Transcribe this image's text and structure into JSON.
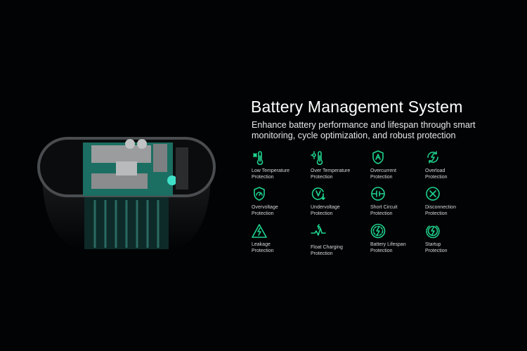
{
  "title": "Battery Management System",
  "subtitle_line1": "Enhance battery performance and lifespan through smart",
  "subtitle_line2": "monitoring, cycle optimization, and robust protection",
  "accent_color": "#1fd38e",
  "features": [
    {
      "icon": "thermometer-snow-icon",
      "line1": "Low Temperature",
      "line2": "Protection"
    },
    {
      "icon": "thermometer-sun-icon",
      "line1": "Over Temperature",
      "line2": "Protection"
    },
    {
      "icon": "shield-a-icon",
      "line1": "Overcurrent",
      "line2": "Protection"
    },
    {
      "icon": "bolt-cycle-icon",
      "line1": "Overload",
      "line2": "Protection"
    },
    {
      "icon": "shield-gauge-icon",
      "line1": "Overvoltage",
      "line2": "Protection"
    },
    {
      "icon": "voltage-down-icon",
      "line1": "Undervoltage",
      "line2": "Protection"
    },
    {
      "icon": "short-circuit-icon",
      "line1": "Short Circuit",
      "line2": "Protection"
    },
    {
      "icon": "disconnect-x-icon",
      "line1": "Disconnection",
      "line2": "Protection"
    },
    {
      "icon": "warning-bolt-icon",
      "line1": "Leakage",
      "line2": "Protection"
    },
    {
      "icon": "pulse-wave-icon",
      "line1": "Float Charging",
      "line2": "Protection"
    },
    {
      "icon": "battery-lifespan-icon",
      "line1": "Battery Lifespan",
      "line2": "Protection"
    },
    {
      "icon": "startup-bolt-icon",
      "line1": "Startup",
      "line2": "Protection"
    }
  ]
}
